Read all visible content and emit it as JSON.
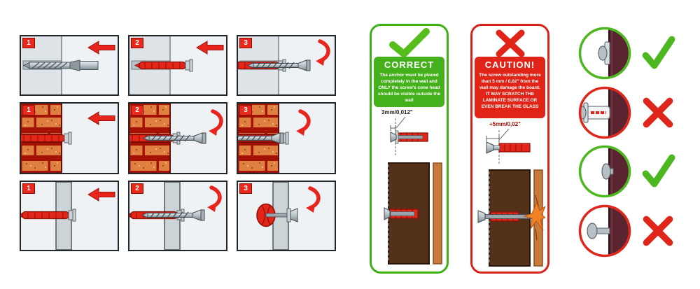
{
  "instruction_grid": {
    "rows": [
      {
        "wall_type": "solid-wall",
        "step_numbers": [
          "1",
          "2",
          "3"
        ]
      },
      {
        "wall_type": "brick-wall",
        "step_numbers": [
          "1",
          "2",
          "3"
        ]
      },
      {
        "wall_type": "hollow-wall",
        "step_numbers": [
          "1",
          "2",
          "3"
        ]
      }
    ]
  },
  "correct_banner": {
    "icon": "check-icon",
    "title": "CORRECT",
    "description": "The anchor must be placed completely in the wall and ONLY the screw's cone head should be visible outside the wall",
    "dimension_label": "3mm/0,012\""
  },
  "caution_banner": {
    "icon": "cross-icon",
    "title": "CAUTION!",
    "description": "The screw outstanding more than 5 mm / 0,02\" from the wall may damage the board. IT MAY SCRATCH THE LAMINATE SURFACE OR EVEN BREAK THE GLASS",
    "dimension_label": "+5mm/0,02\""
  },
  "result_examples": [
    {
      "subject": "anchor-flush-in-board",
      "verdict": "correct",
      "icon": "check-icon"
    },
    {
      "subject": "anchor-protruding-from-board",
      "verdict": "wrong",
      "icon": "cross-icon"
    },
    {
      "subject": "screw-head-flush",
      "verdict": "correct",
      "icon": "check-icon"
    },
    {
      "subject": "screw-head-protruding",
      "verdict": "wrong",
      "icon": "cross-icon"
    }
  ],
  "colors": {
    "accent_red": "#e8251c",
    "accent_green": "#4cb71e",
    "correct_bg": "#44b01c",
    "caution_bg": "#e02418",
    "brick_orange": "#e08040",
    "mortar_red": "#a31205",
    "board_brown": "#53301a",
    "laminate_orange": "#c8793c",
    "maroon_board": "#5a2430"
  }
}
